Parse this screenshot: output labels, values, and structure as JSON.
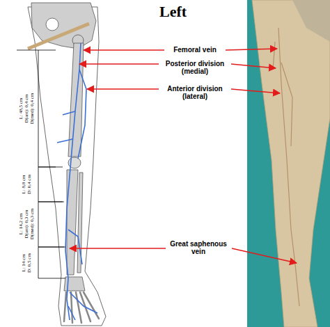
{
  "diagram": {
    "title": "Left",
    "labels": [
      "Femoral vein",
      "Posterior division (medial)",
      "Anterior division (lateral)",
      "Great saphenous vein",
      "L: 48,5 cm",
      "D(ant): 0,4 cm",
      "D(med): 0,4 cm",
      "L: 8,8 cm",
      "D: 0,4 cm",
      "L: 14,2 cm",
      "D(ant): 0,3 cm",
      "D(med): 0,3 cm",
      "L: 14 cm",
      "D: 0,5 cm"
    ]
  }
}
